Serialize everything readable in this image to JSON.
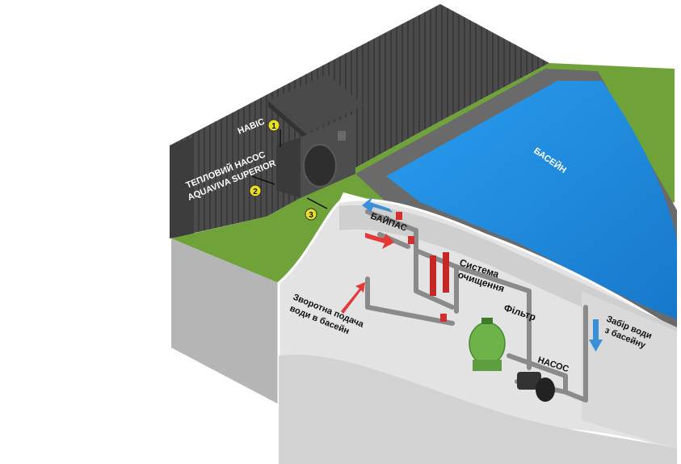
{
  "labels": {
    "canopy": "НАВІС",
    "heat_pump_line1": "ТЕПЛОВИЙ НАСОС",
    "heat_pump_line2": "AQUAVIVA SUPERIOR",
    "pool": "БАСЕЙН",
    "bypass": "БАЙПАС",
    "cleaning_line1": "Система",
    "cleaning_line2": "очищення",
    "filter": "Фільтр",
    "pump": "НАСОС",
    "intake_line1": "Забір води",
    "intake_line2": "з басейну",
    "return_line1": "Зворотна подача",
    "return_line2": "води в басейн"
  },
  "markers": [
    "1",
    "2",
    "3"
  ],
  "colors": {
    "fence": "#4a4a4a",
    "grass": "#6fa33a",
    "pool_water": "#1e90e0",
    "wall": "#e6e6e6",
    "cut_face": "#bdbdbd",
    "pipe": "#8a8a8a",
    "valve_red": "#d32f2f",
    "filter_green": "#6db34a",
    "marker_yellow": "#e8e020",
    "arrow_blue": "#3a8fd9",
    "arrow_red": "#e53935"
  }
}
